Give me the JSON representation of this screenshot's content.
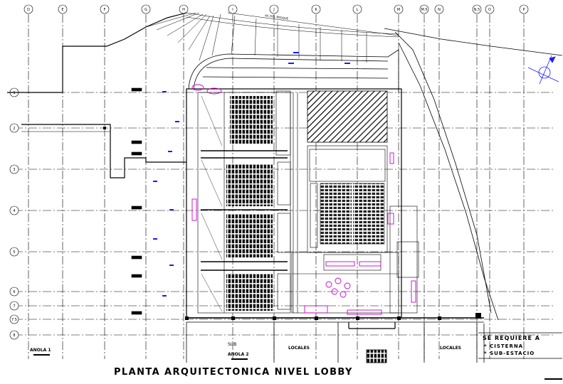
{
  "drawing": {
    "title": "PLANTA ARQUITECTONICA NIVEL LOBBY",
    "notes": [
      "SE REQUIERE A",
      "* CISTERNA",
      "* SUB-ESTACIO"
    ]
  },
  "grid": {
    "columns": [
      "D",
      "E",
      "F",
      "G",
      "H",
      "I",
      "J",
      "K",
      "L",
      "M",
      "M.5",
      "N",
      "N.5",
      "O",
      "P"
    ],
    "rows": [
      "1",
      "2",
      "3",
      "4",
      "5",
      "6",
      "7",
      "7.5",
      "8"
    ]
  },
  "labels": {
    "anola1": "ANOLA 1",
    "sub": "SUB",
    "anola2": "ANOLA 2",
    "locales_1": "LOCALES",
    "locales_2": "LOCALES",
    "avenue": "AV. DEL BOSQUE"
  },
  "colors": {
    "line": "#000000",
    "dim": "#1a1aff",
    "furniture": "#cc00cc"
  }
}
